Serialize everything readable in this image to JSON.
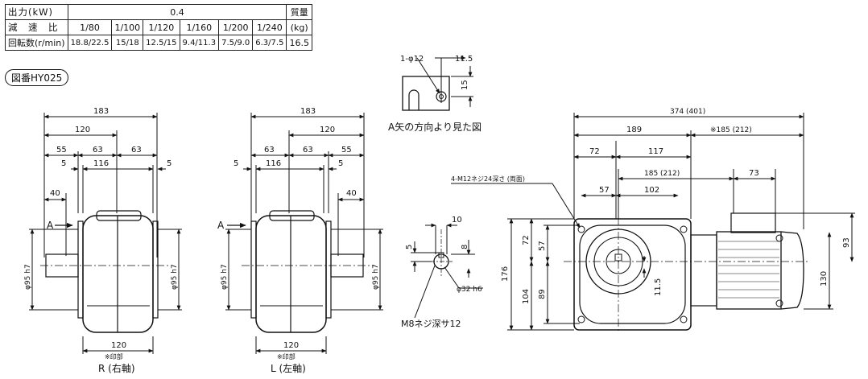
{
  "table": {
    "output_label": "出力(kW)",
    "output_value": "0.4",
    "mass_label": "質量",
    "mass_unit": "(kg)",
    "mass_value": "16.5",
    "ratio_label": "減　速　比",
    "ratios": [
      "1/80",
      "1/100",
      "1/120",
      "1/160",
      "1/200",
      "1/240"
    ],
    "speed_label": "回転数(r/min)",
    "speeds": [
      "18.8/22.5",
      "15/18",
      "12.5/15",
      "9.4/11.3",
      "7.5/9.0",
      "6.3/7.5"
    ]
  },
  "drawing_id": "図番HY025",
  "views": {
    "right_shaft": {
      "caption": "R (右軸)",
      "note": "※印部",
      "dims": {
        "overall": "183",
        "d120": "120",
        "d55": "55",
        "d63a": "63",
        "d63b": "63",
        "d5a": "5",
        "d116": "116",
        "d5b": "5",
        "d40": "40",
        "base": "120",
        "flange_dia": "φ95 h7",
        "flange_dia2": "φ95 h7"
      },
      "arrow_label": "A"
    },
    "left_shaft": {
      "caption": "L (左軸)",
      "note": "※印部",
      "dims": {
        "overall": "183",
        "d120": "120",
        "d63a": "63",
        "d63b": "63",
        "d55": "55",
        "d5a": "5",
        "d116": "116",
        "d5b": "5",
        "d40": "40",
        "base": "120",
        "flange_dia": "φ95 h7",
        "flange_dia2": "φ95 h7"
      },
      "arrow_label": "A"
    },
    "arrow_view": {
      "caption": "A矢の方向より見た図",
      "hole": "1-φ12",
      "d11_5": "11.5",
      "d15": "15"
    },
    "shaft_detail": {
      "d10": "10",
      "d5": "5",
      "d8": "8",
      "shaft_dia": "φ32 h6",
      "thread": "M8ネジ深サ12"
    },
    "side_view": {
      "d374": "374 (401)",
      "d189": "189",
      "d185_note": "※185 (212)",
      "d72": "72",
      "d117": "117",
      "d185": "185 (212)",
      "d73": "73",
      "tap": "4-M12ネジ24深さ (両面)",
      "d57": "57",
      "d102": "102",
      "v176": "176",
      "v72": "72",
      "v57": "57",
      "v104": "104",
      "v89": "89",
      "v11_5": "11.5",
      "v93": "93",
      "v130": "130"
    }
  }
}
